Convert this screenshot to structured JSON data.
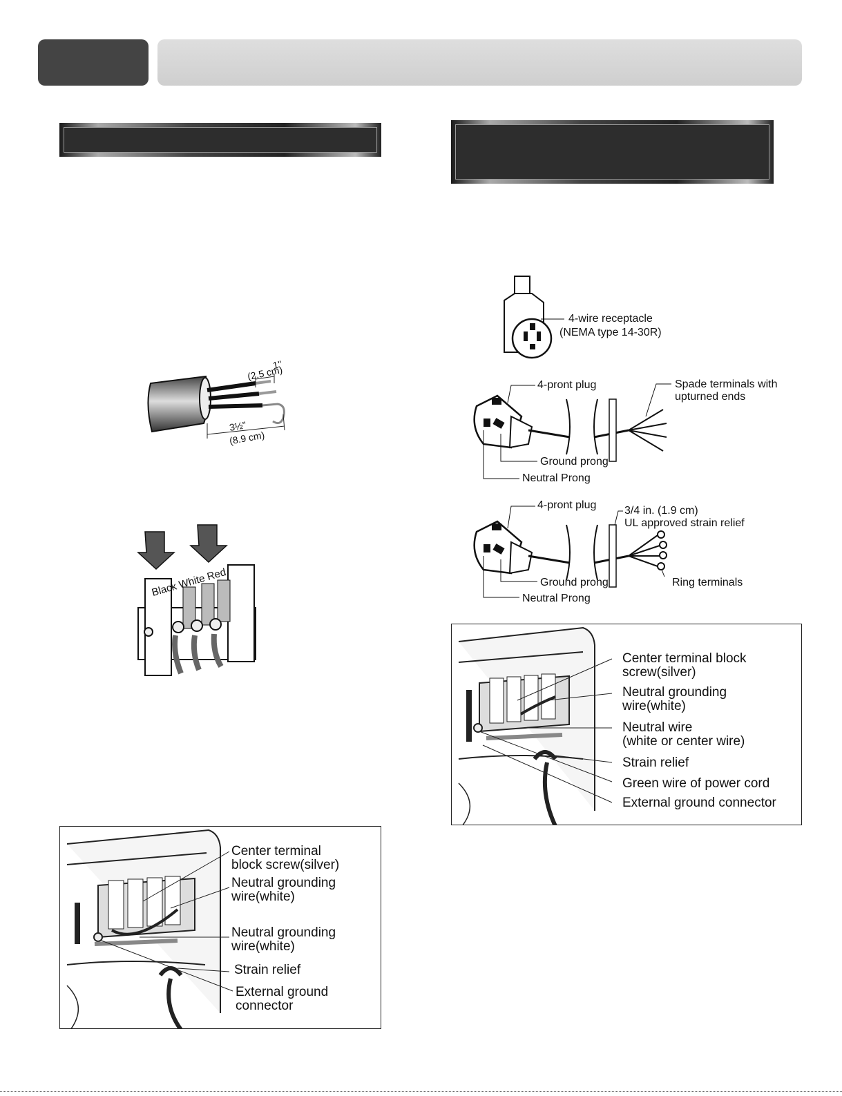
{
  "diagram_cord_strip": {
    "dim_short": "1\"",
    "dim_short_metric": "(2.5 cm)",
    "dim_long": "3½\"",
    "dim_long_metric": "(8.9 cm)"
  },
  "diagram_terminal_block": {
    "wire_colors": "Black White Red"
  },
  "diagram_3wire_box": {
    "center_screw_line1": "Center terminal",
    "center_screw_line2": "block screw(silver)",
    "neutral_ground_a_line1": "Neutral grounding",
    "neutral_ground_a_line2": "wire(white)",
    "neutral_ground_b_line1": "Neutral grounding",
    "neutral_ground_b_line2": "wire(white)",
    "strain_relief": "Strain relief",
    "ext_ground_line1": "External ground",
    "ext_ground_line2": "connector"
  },
  "diagram_receptacle": {
    "line1": "4-wire receptacle",
    "line2": "(NEMA type 14-30R)"
  },
  "diagram_plug_spade": {
    "plug": "4-pront plug",
    "spade_line1": "Spade terminals with",
    "spade_line2": "upturned ends",
    "ground_prong": "Ground prong",
    "neutral_prong": "Neutral Prong"
  },
  "diagram_plug_ring": {
    "plug": "4-pront plug",
    "relief_line1": "3/4 in. (1.9 cm)",
    "relief_line2": "UL approved strain relief",
    "ground_prong": "Ground prong",
    "ring_terminals": "Ring terminals",
    "neutral_prong": "Neutral Prong"
  },
  "diagram_4wire_box": {
    "center_screw_line1": "Center terminal block",
    "center_screw_line2": "screw(silver)",
    "neutral_ground_line1": "Neutral grounding",
    "neutral_ground_line2": "wire(white)",
    "neutral_wire_line1": "Neutral wire",
    "neutral_wire_line2": "(white or center wire)",
    "strain_relief": "Strain relief",
    "green_wire": "Green wire of power cord",
    "ext_ground": "External ground connector"
  }
}
